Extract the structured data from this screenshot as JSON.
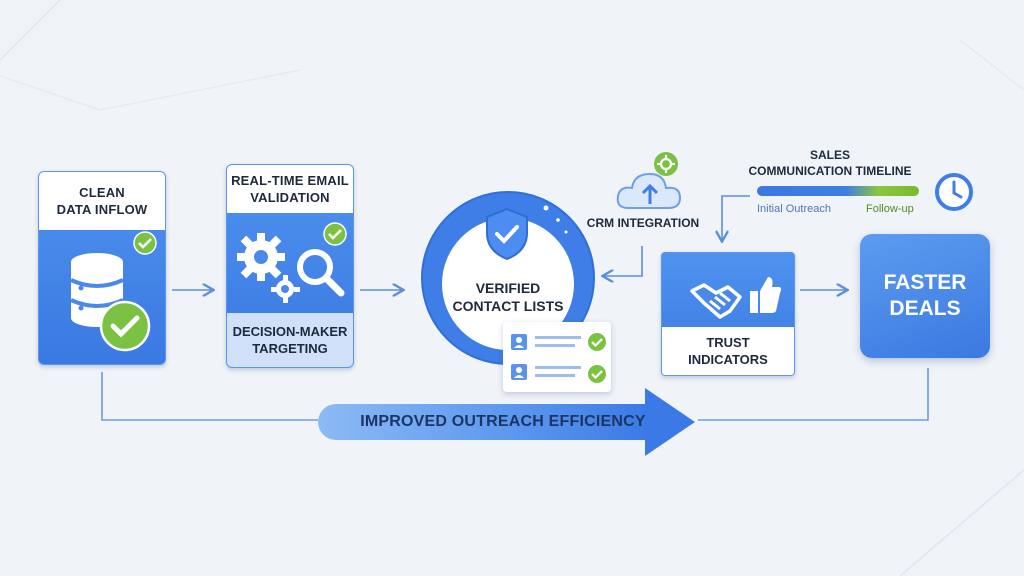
{
  "steps": {
    "clean": {
      "line1": "CLEAN",
      "line2": "DATA INFLOW"
    },
    "validation": {
      "line1": "REAL-TIME EMAIL",
      "line2": "VALIDATION",
      "sub1": "DECISION-MAKER",
      "sub2": "TARGETING"
    },
    "verified": {
      "line1": "VERIFIED",
      "line2": "CONTACT LISTS"
    },
    "crm": {
      "label": "CRM INTEGRATION"
    },
    "trust": {
      "line1": "TRUST",
      "line2": "INDICATORS"
    },
    "faster": {
      "line1": "FASTER",
      "line2": "DEALS"
    }
  },
  "timeline": {
    "title1": "SALES",
    "title2": "COMMUNICATION TIMELINE",
    "start_label": "Initial Outreach",
    "end_label": "Follow-up"
  },
  "banner": {
    "label": "IMPROVED OUTREACH EFFICIENCY"
  },
  "colors": {
    "primary": "#3b7ae6",
    "success": "#7cc242",
    "text": "#1d2a3d",
    "background": "#f0f3f7"
  },
  "icons": [
    "database-icon",
    "check-icon",
    "gear-icon",
    "magnifier-icon",
    "shield-check-icon",
    "cloud-upload-icon",
    "handshake-icon",
    "thumbs-up-icon",
    "clock-icon",
    "contact-icon"
  ]
}
